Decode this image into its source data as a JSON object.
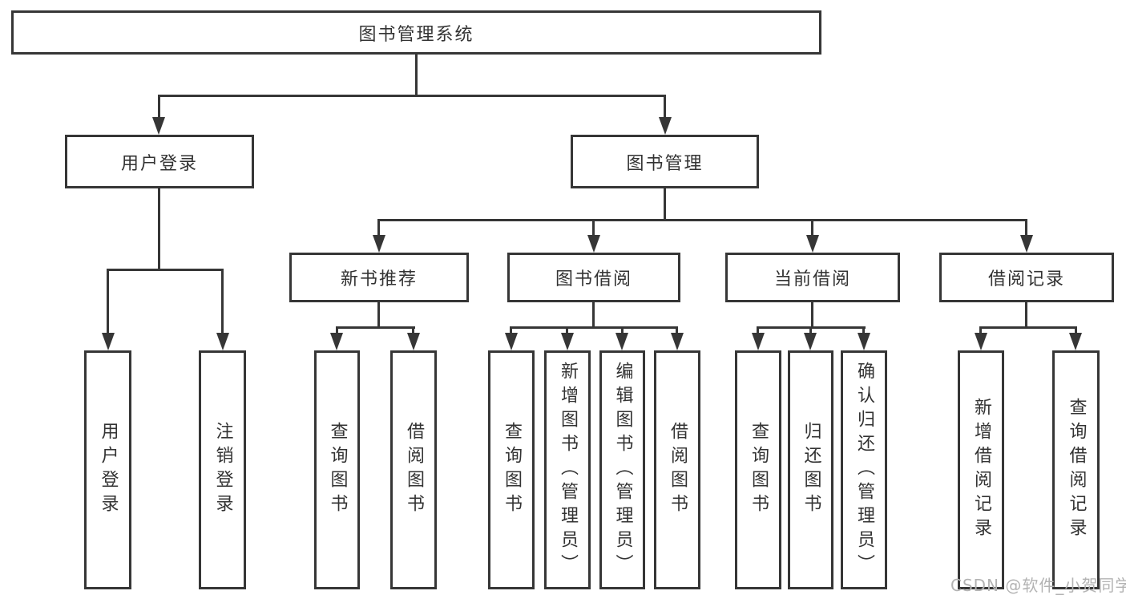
{
  "nodes": {
    "root": "图书管理系统",
    "userLogin": "用户登录",
    "bookManagement": "图书管理",
    "newBookRecommend": "新书推荐",
    "bookBorrowing": "图书借阅",
    "currentBorrowing": "当前借阅",
    "borrowingRecords": "借阅记录"
  },
  "leaves": {
    "userLogin": [
      "用户登录",
      "注销登录"
    ],
    "newBookRecommend": [
      "查询图书",
      "借阅图书"
    ],
    "bookBorrowing": [
      "查询图书",
      "新增图书（管理员）",
      "编辑图书（管理员）",
      "借阅图书"
    ],
    "currentBorrowing": [
      "查询图书",
      "归还图书",
      "确认归还（管理员）"
    ],
    "borrowingRecords": [
      "新增借阅记录",
      "查询借阅记录"
    ]
  },
  "watermark": {
    "text": "CSDN @软件_小贺同学"
  },
  "colors": {
    "line": "#363636",
    "text": "#333333",
    "watermark": "#b3b3b3",
    "background": "#ffffff"
  }
}
